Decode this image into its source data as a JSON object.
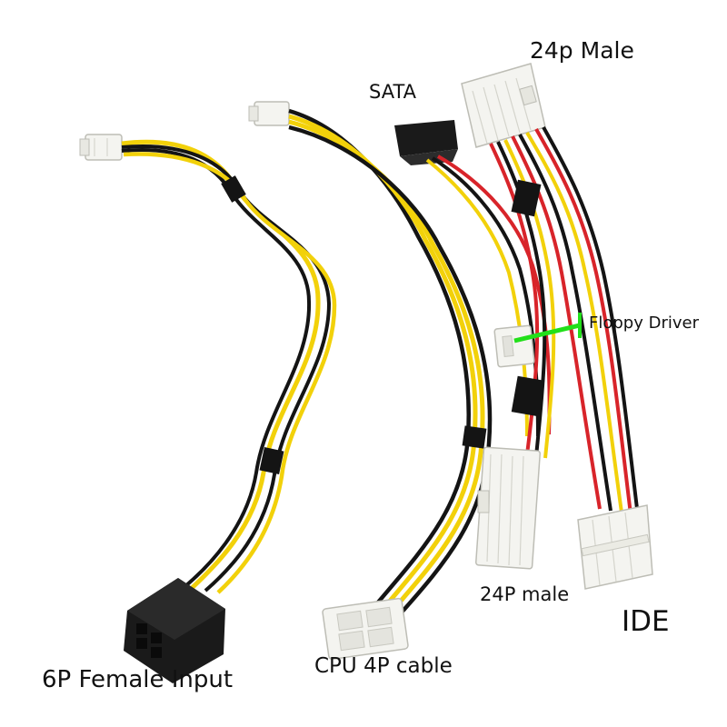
{
  "labels": {
    "six_pin_female_input": "6P Female Input",
    "cpu_4p_cable": "CPU 4P cable",
    "sata": "SATA",
    "twenty_four_p_male_top": "24p Male",
    "floppy_driver": "Floppy Driver",
    "twenty_four_p_male_bottom": "24P male",
    "ide": "IDE"
  },
  "colors": {
    "wire_yellow": "#f2d10a",
    "wire_black": "#141414",
    "wire_red": "#d8242a",
    "connector_white": "#f4f4f0",
    "connector_black": "#1a1a1a",
    "pointer_green": "#22e01a"
  }
}
